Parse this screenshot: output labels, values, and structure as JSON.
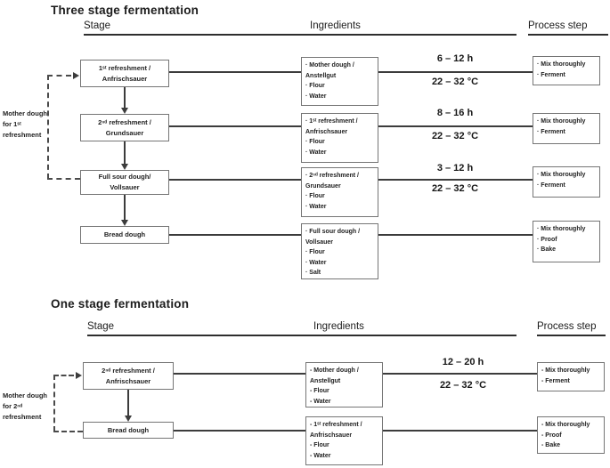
{
  "colors": {
    "background": "#ffffff",
    "ink": "#1e1e1e",
    "line": "#3c3c3c",
    "box_border": "#757575"
  },
  "sections": [
    {
      "title": "Three stage fermentation",
      "headers": {
        "stage": "Stage",
        "ingredients": "Ingredients",
        "process": "Process step"
      },
      "side_note": [
        "Mother dough",
        "for 1ˢᵗ",
        "refreshment"
      ],
      "rows": [
        {
          "stage": [
            "1ˢᵗ refreshment /",
            "Anfrischsauer"
          ],
          "ingredients": [
            "· Mother dough /",
            "Anstellgut",
            "· Flour",
            "· Water"
          ],
          "duration": "6 – 12 h",
          "temperature": "22 – 32 °C",
          "process": [
            "· Mix thoroughly",
            "· Ferment"
          ]
        },
        {
          "stage": [
            "2ⁿᵈ refreshment /",
            "Grundsauer"
          ],
          "ingredients": [
            "· 1ˢᵗ refreshment /",
            "Anfrischsauer",
            "· Flour",
            "· Water"
          ],
          "duration": "8 – 16 h",
          "temperature": "22 – 32 °C",
          "process": [
            "· Mix thoroughly",
            "· Ferment"
          ]
        },
        {
          "stage": [
            "Full sour dough/",
            "Vollsauer"
          ],
          "ingredients": [
            "· 2ⁿᵈ refreshment /",
            "Grundsauer",
            "· Flour",
            "· Water"
          ],
          "duration": "3 – 12 h",
          "temperature": "22 – 32 °C",
          "process": [
            "· Mix thoroughly",
            "· Ferment"
          ]
        },
        {
          "stage": [
            "Bread dough"
          ],
          "ingredients": [
            "· Full sour dough /",
            "Vollsauer",
            "· Flour",
            "· Water",
            "· Salt"
          ],
          "process": [
            "· Mix thoroughly",
            "· Proof",
            "· Bake"
          ]
        }
      ]
    },
    {
      "title": "One stage fermentation",
      "headers": {
        "stage": "Stage",
        "ingredients": "Ingredients",
        "process": "Process step"
      },
      "side_note": [
        "Mother dough",
        "for 2ⁿᵈ",
        "refreshment"
      ],
      "rows": [
        {
          "stage": [
            "2ⁿᵈ refreshment /",
            "Anfrischsauer"
          ],
          "ingredients": [
            "- Mother dough /",
            "Anstellgut",
            "- Flour",
            "- Water"
          ],
          "duration": "12 – 20 h",
          "temperature": "22 – 32 °C",
          "process": [
            "- Mix thoroughly",
            "- Ferment"
          ]
        },
        {
          "stage": [
            "Bread dough"
          ],
          "ingredients": [
            "- 1ˢᵗ refreshment /",
            "Anfrischsauer",
            "- Flour",
            "- Water"
          ],
          "process": [
            "- Mix thoroughly",
            "- Proof",
            "- Bake"
          ]
        }
      ]
    }
  ]
}
